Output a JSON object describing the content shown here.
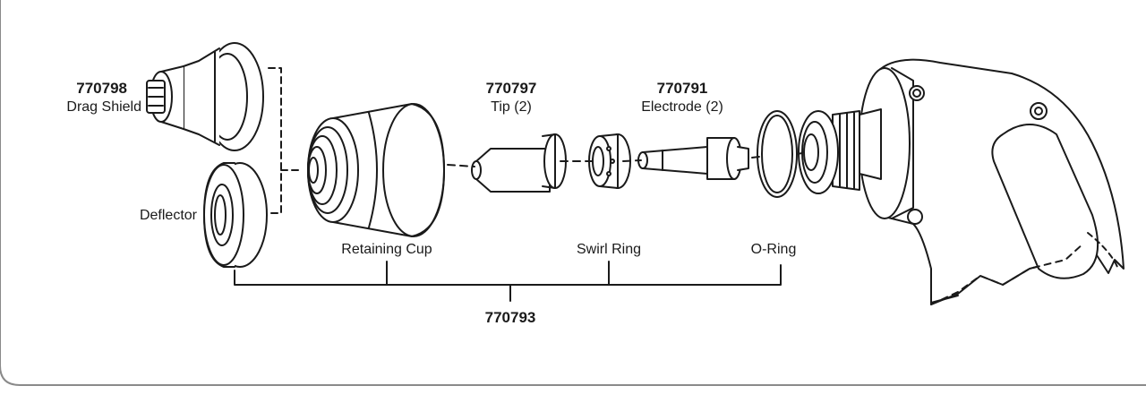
{
  "parts": {
    "drag_shield": {
      "part_number": "770798",
      "name": "Drag Shield"
    },
    "deflector": {
      "name": "Deflector"
    },
    "tip": {
      "part_number": "770797",
      "name": "Tip (2)"
    },
    "electrode": {
      "part_number": "770791",
      "name": "Electrode (2)"
    },
    "retaining_cup": {
      "name": "Retaining Cup"
    },
    "swirl_ring": {
      "name": "Swirl Ring"
    },
    "o_ring": {
      "name": "O-Ring"
    }
  },
  "kit": {
    "part_number": "770793"
  },
  "colors": {
    "line": "#1a1a1a",
    "frame": "#8a8a8a",
    "background": "#ffffff"
  }
}
